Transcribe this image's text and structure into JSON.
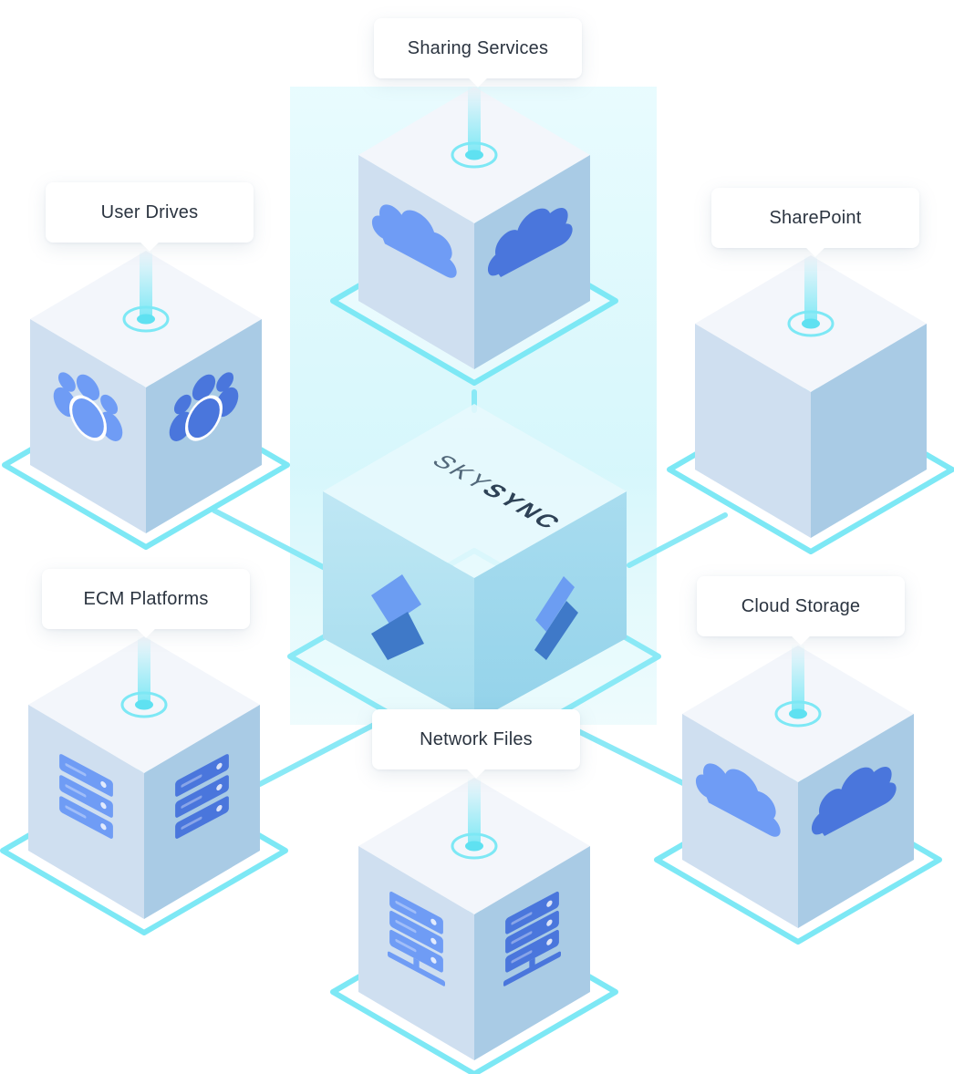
{
  "brand": {
    "prefix": "SKY",
    "suffix": "SYNC"
  },
  "nodes": [
    {
      "id": "sharing-services",
      "label": "Sharing Services",
      "icon": "cloud-icon"
    },
    {
      "id": "user-drives",
      "label": "User Drives",
      "icon": "users-icon"
    },
    {
      "id": "sharepoint",
      "label": "SharePoint",
      "icon": ""
    },
    {
      "id": "ecm-platforms",
      "label": "ECM Platforms",
      "icon": "server-icon"
    },
    {
      "id": "cloud-storage",
      "label": "Cloud Storage",
      "icon": "cloud-icon"
    },
    {
      "id": "network-files",
      "label": "Network Files",
      "icon": "network-server-icon"
    }
  ],
  "colors": {
    "glow": "#7de8f5",
    "cube_top": "#f3f6fb",
    "cube_left": "#cfdff0",
    "cube_right": "#a9cbe5",
    "icon_light": "#6f9cf5",
    "icon_dark": "#4a76dc"
  }
}
